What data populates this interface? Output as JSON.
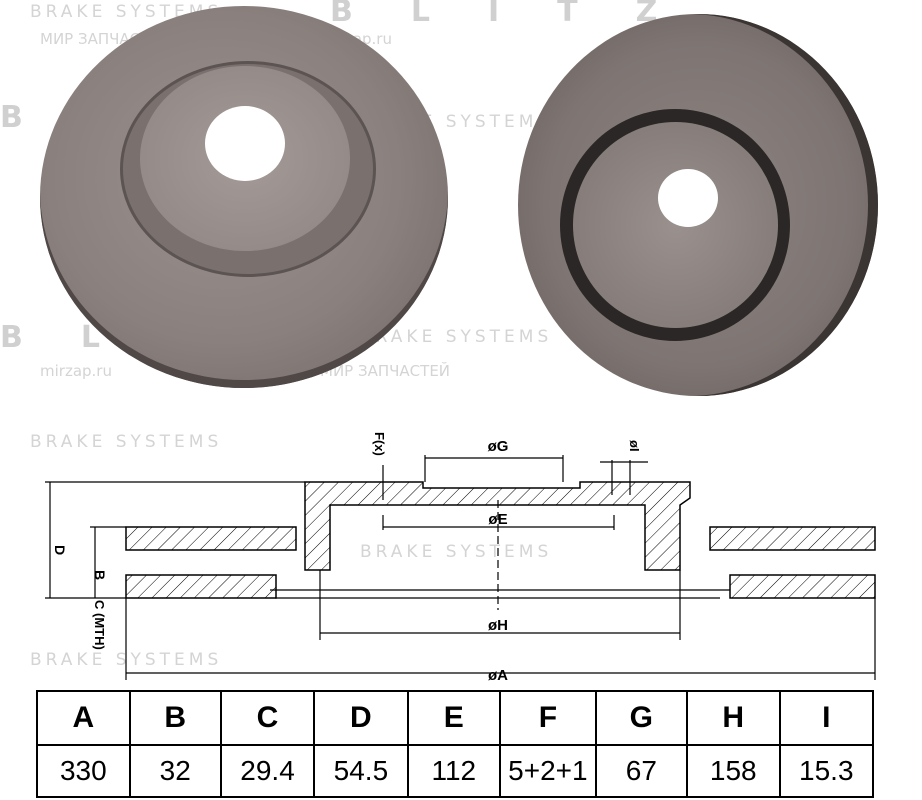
{
  "watermark": {
    "brand": "BLITZ",
    "tagline": "BRAKE SYSTEMS",
    "partner": "МИР ЗАПЧАСТЕЙ",
    "site": "mirzap.ru"
  },
  "drawing": {
    "labels": {
      "F": "F(x)",
      "G": "øG",
      "I": "øI",
      "E": "øE",
      "H": "øH",
      "A": "øA",
      "D": "D",
      "B": "B",
      "C": "C (MTH)"
    }
  },
  "table": {
    "headers": [
      "A",
      "B",
      "C",
      "D",
      "E",
      "F",
      "G",
      "H",
      "I"
    ],
    "values": [
      "330",
      "32",
      "29.4",
      "54.5",
      "112",
      "5+2+1",
      "67",
      "158",
      "15.3"
    ]
  }
}
